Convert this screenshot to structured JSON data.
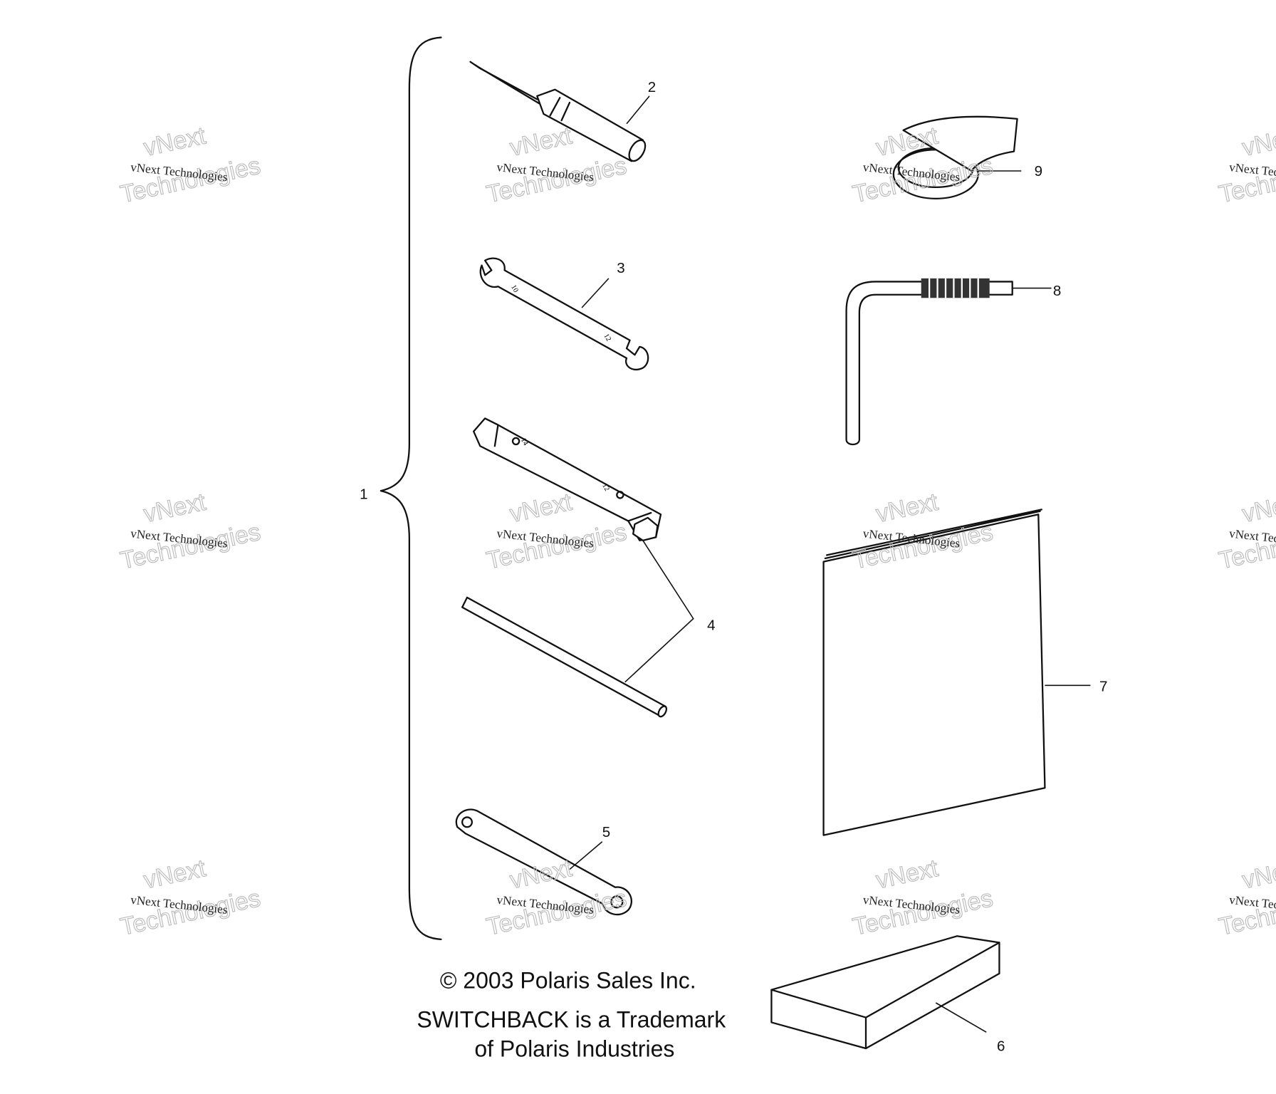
{
  "callouts": {
    "c1": "1",
    "c2": "2",
    "c3": "3",
    "c4": "4",
    "c5": "5",
    "c6": "6",
    "c7": "7",
    "c8": "8",
    "c9": "9"
  },
  "wrench_markings": {
    "open_end_a": "10",
    "open_end_b": "12",
    "box_a": "14",
    "box_b": "12"
  },
  "notes": {
    "copyright": "© 2003 Polaris Sales Inc.",
    "trademark_line1": "SWITCHBACK is a Trademark",
    "trademark_line2": "of Polaris Industries"
  },
  "watermark": {
    "line1": "vNext Technologies",
    "outline_top": "vNext",
    "outline_bottom": "Technologies"
  }
}
